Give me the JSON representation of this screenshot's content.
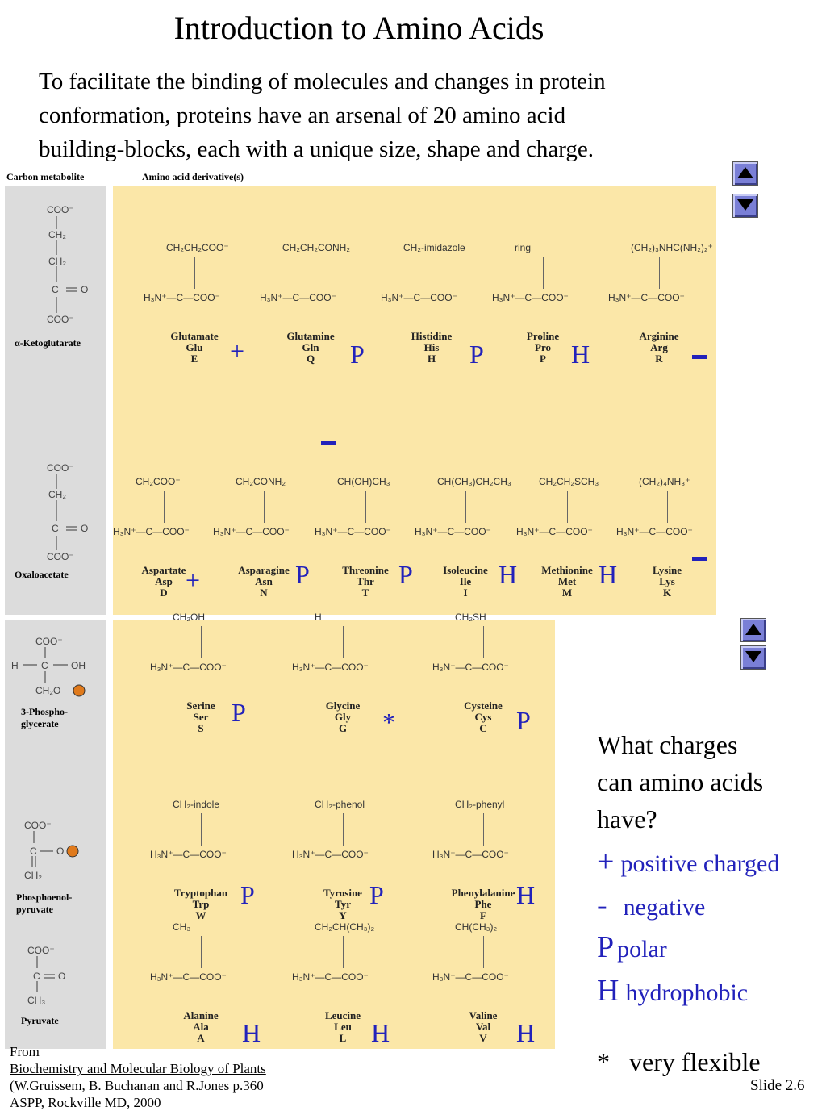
{
  "title": "Introduction to Amino Acids",
  "intro": [
    "To facilitate the binding of molecules and changes in protein",
    "conformation, proteins have an arsenal of 20 amino acid",
    "building-blocks, each with a unique size, shape and charge."
  ],
  "figure": {
    "headers": {
      "carbon": "Carbon metabolite",
      "derivative": "Amino acid derivative(s)"
    },
    "metabolites": [
      "α-Ketoglutarate",
      "Oxaloacetate",
      "3-Phospho-glycerate",
      "Phosphoenol-pyruvate",
      "Pyruvate"
    ],
    "backbone": "H₃N⁺—C—COO⁻",
    "amino_acids": [
      {
        "name": "Glutamate",
        "three": "Glu",
        "one": "E"
      },
      {
        "name": "Glutamine",
        "three": "Gln",
        "one": "Q"
      },
      {
        "name": "Histidine",
        "three": "His",
        "one": "H"
      },
      {
        "name": "Proline",
        "three": "Pro",
        "one": "P"
      },
      {
        "name": "Arginine",
        "three": "Arg",
        "one": "R"
      },
      {
        "name": "Aspartate",
        "three": "Asp",
        "one": "D"
      },
      {
        "name": "Asparagine",
        "three": "Asn",
        "one": "N"
      },
      {
        "name": "Threonine",
        "three": "Thr",
        "one": "T"
      },
      {
        "name": "Isoleucine",
        "three": "Ile",
        "one": "I"
      },
      {
        "name": "Methionine",
        "three": "Met",
        "one": "M"
      },
      {
        "name": "Lysine",
        "three": "Lys",
        "one": "K"
      },
      {
        "name": "Serine",
        "three": "Ser",
        "one": "S"
      },
      {
        "name": "Glycine",
        "three": "Gly",
        "one": "G"
      },
      {
        "name": "Cysteine",
        "three": "Cys",
        "one": "C"
      },
      {
        "name": "Tryptophan",
        "three": "Trp",
        "one": "W"
      },
      {
        "name": "Tyrosine",
        "three": "Tyr",
        "one": "Y"
      },
      {
        "name": "Phenylalanine",
        "three": "Phe",
        "one": "F"
      },
      {
        "name": "Alanine",
        "three": "Ala",
        "one": "A"
      },
      {
        "name": "Leucine",
        "three": "Leu",
        "one": "L"
      },
      {
        "name": "Valine",
        "three": "Val",
        "one": "V"
      }
    ],
    "side_chains": [
      "CH₂CH₂COO⁻",
      "CH₂CH₂CONH₂",
      "CH₂-imidazole",
      "ring",
      "(CH₂)₃NHC(NH₂)₂⁺",
      "CH₂COO⁻",
      "CH₂CONH₂",
      "CH(OH)CH₃",
      "CH(CH₃)CH₂CH₃",
      "CH₂CH₂SCH₃",
      "(CH₂)₄NH₃⁺",
      "CH₂OH",
      "H",
      "CH₂SH",
      "CH₂-indole",
      "CH₂-phenol",
      "CH₂-phenyl",
      "CH₃",
      "CH₂CH(CH₃)₂",
      "CH(CH₃)₂"
    ]
  },
  "markers": {
    "plus": "+",
    "polar": "P",
    "hydrophobic": "H",
    "flexible": "*"
  },
  "question": [
    "What charges",
    "can amino acids",
    "have?"
  ],
  "legend": [
    {
      "symbol": "+",
      "text": "positive charged"
    },
    {
      "symbol": "-",
      "text": "negative"
    },
    {
      "symbol": "P",
      "text": "polar"
    },
    {
      "symbol": "H",
      "text": "hydrophobic"
    }
  ],
  "flexible_note": "*   very flexible",
  "citation": {
    "prefix": "From ",
    "book": "Biochemistry and Molecular Biology of Plants",
    "line2": "(W.Gruissem, B. Buchanan and R.Jones p.360",
    "line3": "ASPP, Rockville MD, 2000"
  },
  "slide": "Slide 2.6",
  "nav_icons": [
    "up-arrow-icon",
    "down-arrow-icon"
  ]
}
